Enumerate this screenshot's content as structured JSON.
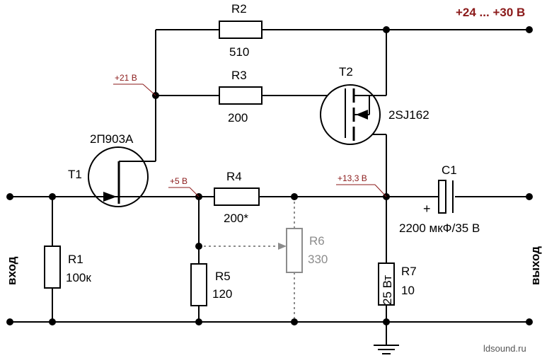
{
  "supply": "+24 ... +30 В",
  "voltages": {
    "n21": "+21 В",
    "n5": "+5 В",
    "n133": "+13,3 В"
  },
  "components": {
    "r2": {
      "ref": "R2",
      "value": "510"
    },
    "r3": {
      "ref": "R3",
      "value": "200"
    },
    "r4": {
      "ref": "R4",
      "value": "200*"
    },
    "r1": {
      "ref": "R1",
      "value": "100к"
    },
    "r5": {
      "ref": "R5",
      "value": "120"
    },
    "r6": {
      "ref": "R6",
      "value": "330"
    },
    "r7": {
      "ref": "R7",
      "value": "10",
      "power": "25 Вт"
    },
    "t1": {
      "ref": "T1",
      "part": "2П903А"
    },
    "t2": {
      "ref": "T2",
      "part": "2SJ162"
    },
    "c1": {
      "ref": "C1",
      "value": "2200 мкФ/35 В",
      "polarity": "+"
    }
  },
  "ports": {
    "input": "вход",
    "output": "выход"
  },
  "site": "ldsound.ru",
  "colors": {
    "voltage": "#8b1a1a",
    "trimmer": "#8c8c8c"
  }
}
